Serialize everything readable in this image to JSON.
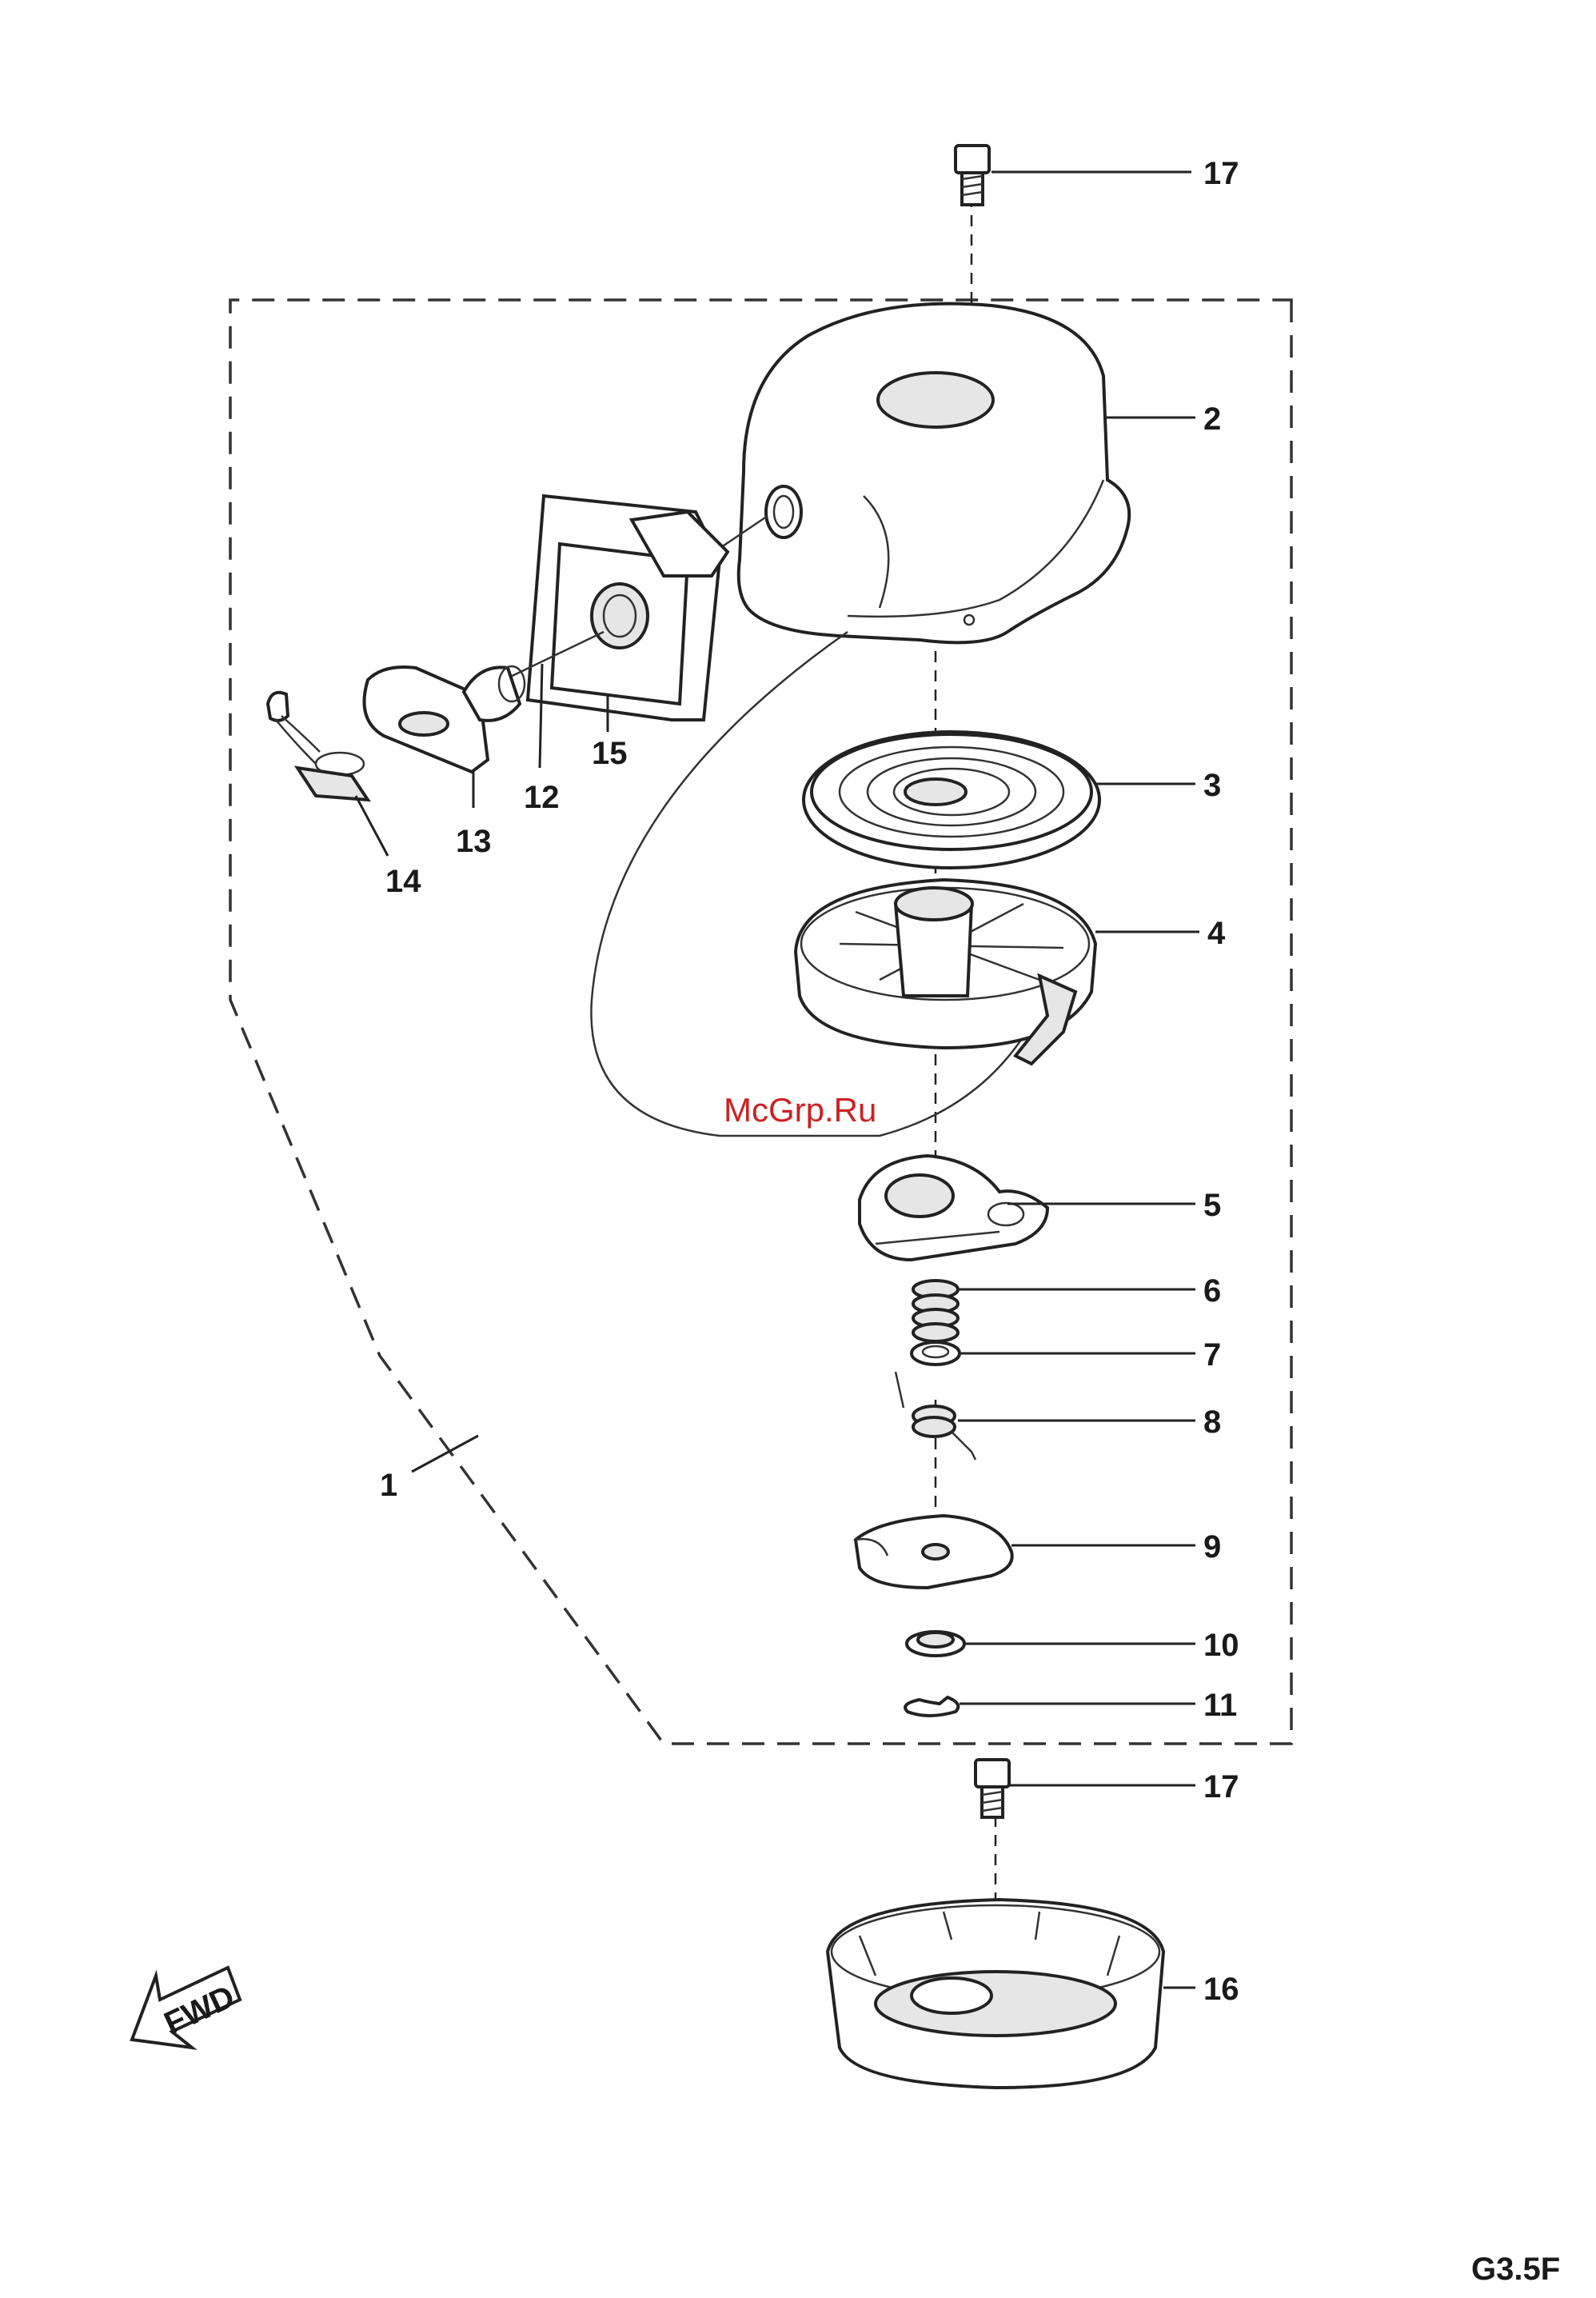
{
  "diagram": {
    "part_labels": [
      "17",
      "2",
      "3",
      "4",
      "5",
      "6",
      "7",
      "8",
      "9",
      "10",
      "11",
      "17",
      "16",
      "15",
      "12",
      "13",
      "14",
      "1"
    ],
    "watermark": "McGrp.Ru",
    "arrow_label": "FWD",
    "page_code": "G3.5F"
  }
}
